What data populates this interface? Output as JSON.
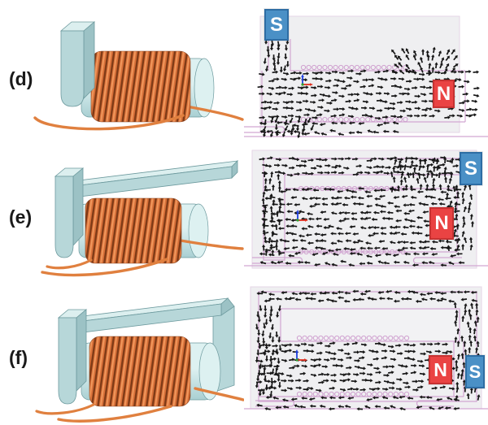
{
  "figure": {
    "rows": [
      {
        "id": "d",
        "label": "(d)",
        "render": "solenoid-with-end-plate",
        "poles": [
          {
            "label": "S",
            "kind": "south"
          },
          {
            "label": "N",
            "kind": "north"
          }
        ]
      },
      {
        "id": "e",
        "label": "(e)",
        "render": "solenoid-with-l-shaped-yoke",
        "poles": [
          {
            "label": "S",
            "kind": "south"
          },
          {
            "label": "N",
            "kind": "north"
          }
        ]
      },
      {
        "id": "f",
        "label": "(f)",
        "render": "solenoid-with-c-shaped-yoke",
        "poles": [
          {
            "label": "N",
            "kind": "north"
          },
          {
            "label": "S",
            "kind": "south"
          }
        ]
      }
    ],
    "colors": {
      "label_color": "#1a1a1a",
      "panel_bg": "#efeff1",
      "window_bg": "#f2f2f4",
      "outline_pink": "#d2a6d2",
      "outline_soft": "#e6d6e6",
      "coil_circle": "#cfa0cf",
      "arrow_black": "#161616",
      "pole_south_bg": "#4a90c6",
      "pole_south_border": "#2e6da4",
      "pole_north_bg": "#ea4343",
      "pole_north_border": "#c63232",
      "pole_text": "#ffffff",
      "copper": "#d9713a",
      "copper_dark": "#7e3a16",
      "copper_light": "#f29a5e",
      "metal_front": "#b7d7d9",
      "metal_top": "#dcefef",
      "metal_side": "#9cc2c5",
      "metal_edge": "#6d9a9e",
      "cylinder_light": "#ddf1f1",
      "cylinder_dark": "#a9cfd2",
      "wire": "#e0803f",
      "axis_x": "#e03020",
      "axis_y": "#30a030",
      "axis_z": "#2040e0"
    }
  }
}
